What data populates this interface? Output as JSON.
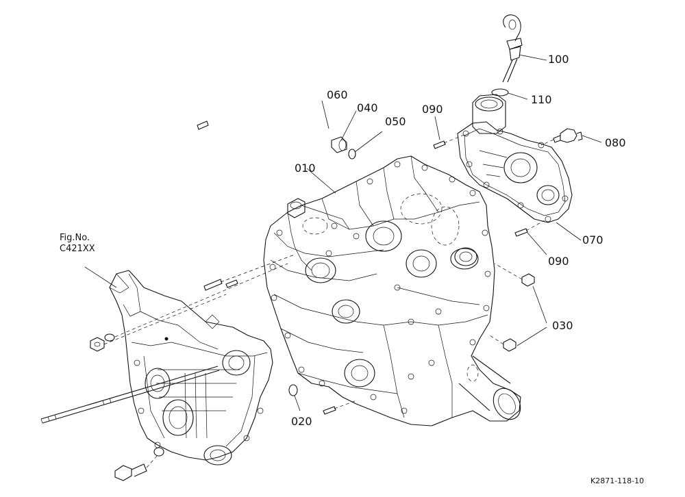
{
  "figure_ref": {
    "line1": "Fig.No.",
    "line2": "C421XX"
  },
  "drawing_code": "K2871-118-10",
  "callouts": [
    {
      "id": "c010",
      "text": "010"
    },
    {
      "id": "c020",
      "text": "020"
    },
    {
      "id": "c030",
      "text": "030"
    },
    {
      "id": "c040",
      "text": "040"
    },
    {
      "id": "c050",
      "text": "050"
    },
    {
      "id": "c060",
      "text": "060"
    },
    {
      "id": "c070",
      "text": "070"
    },
    {
      "id": "c080",
      "text": "080"
    },
    {
      "id": "c090a",
      "text": "090"
    },
    {
      "id": "c090b",
      "text": "090"
    },
    {
      "id": "c100",
      "text": "100"
    },
    {
      "id": "c110",
      "text": "110"
    }
  ]
}
